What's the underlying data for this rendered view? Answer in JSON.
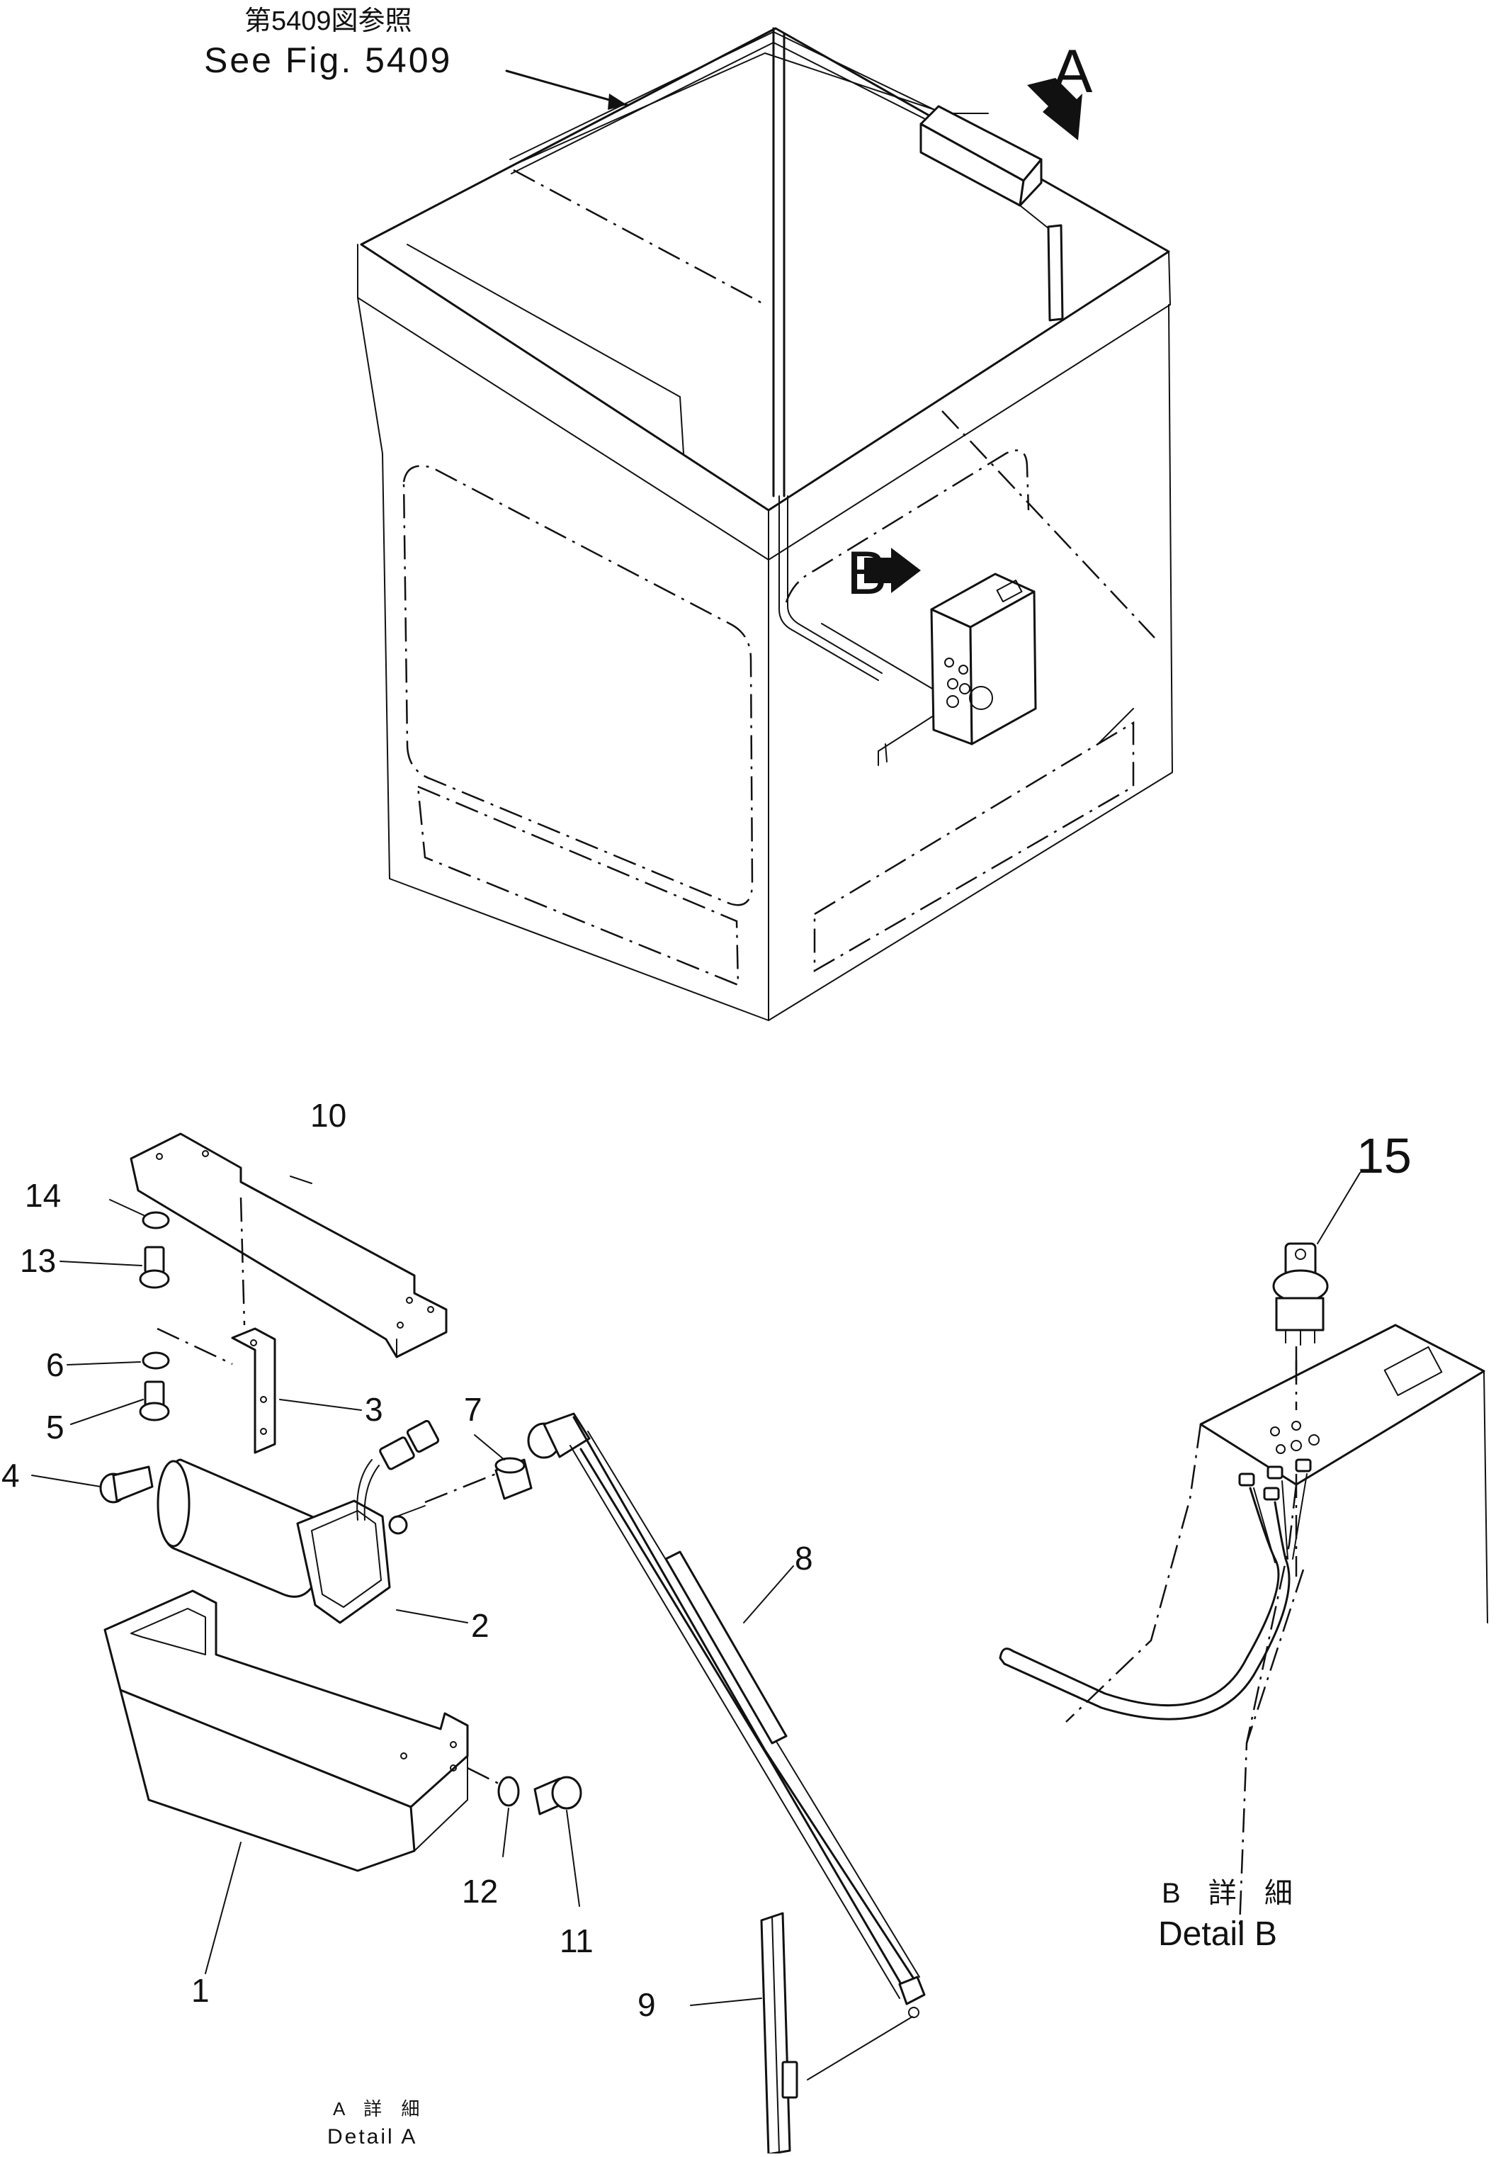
{
  "reference": {
    "jp": "第5409図参照",
    "en": "See Fig. 5409"
  },
  "views": {
    "a_marker": "A",
    "b_marker": "B"
  },
  "detail_a": {
    "jp": "A 詳 細",
    "en": "Detail A"
  },
  "detail_b": {
    "jp": "B 詳 細",
    "en": "Detail B"
  },
  "callouts": [
    "1",
    "2",
    "3",
    "4",
    "5",
    "6",
    "7",
    "8",
    "9",
    "10",
    "11",
    "12",
    "13",
    "14",
    "15"
  ]
}
